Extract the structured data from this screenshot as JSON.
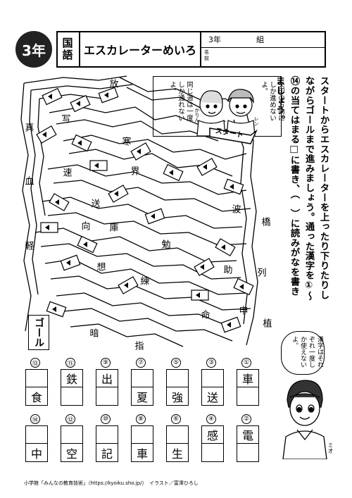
{
  "header": {
    "grade": "3年",
    "subject_top": "国",
    "subject_bottom": "語",
    "title": "エスカレーターめいろ",
    "class_year": "3年",
    "class_label": "組",
    "name_label_1": "名",
    "name_label_2": "前"
  },
  "instructions": "スタートからエスカレーターを上ったり下りたりしながらゴールまで進みましょう。通った漢字を①〜⑭の当てはまる□に書き、（　）に読みがなを書きましょう。",
  "maze": {
    "start_label": "スタート",
    "goal_label": "ゴール",
    "kanji": [
      "放",
      "写",
      "真",
      "寒",
      "界",
      "速",
      "血",
      "送",
      "波",
      "橋",
      "向",
      "庫",
      "軽",
      "勉",
      "想",
      "助",
      "列",
      "練",
      "申",
      "命",
      "植",
      "暗",
      "指"
    ]
  },
  "characters": {
    "karin_name": "かりん",
    "karin_speech": "同じ道は一度しか通れないよ。",
    "ren_name": "レン",
    "ren_speech": "矢印の方向にしか進めないよ。",
    "mio_name": "ミオ",
    "mio_speech": "漢字はそれぞれ一度しか使えないよ。"
  },
  "answers": {
    "row1": [
      {
        "num": "⑬",
        "top": "",
        "bottom": "食"
      },
      {
        "num": "⑪",
        "top": "鉄",
        "bottom": ""
      },
      {
        "num": "⑨",
        "top": "出",
        "bottom": ""
      },
      {
        "num": "⑦",
        "top": "",
        "bottom": "夏"
      },
      {
        "num": "⑤",
        "top": "",
        "bottom": "強"
      },
      {
        "num": "③",
        "top": "",
        "bottom": "送"
      },
      {
        "num": "①",
        "top": "車",
        "bottom": ""
      }
    ],
    "row2": [
      {
        "num": "⑭",
        "top": "",
        "bottom": "中"
      },
      {
        "num": "⑫",
        "top": "",
        "bottom": "空"
      },
      {
        "num": "⑩",
        "top": "",
        "bottom": "記"
      },
      {
        "num": "⑧",
        "top": "",
        "bottom": "車"
      },
      {
        "num": "⑥",
        "top": "",
        "bottom": "生"
      },
      {
        "num": "④",
        "top": "感",
        "bottom": ""
      },
      {
        "num": "②",
        "top": "電",
        "bottom": ""
      }
    ]
  },
  "footer": "小学館「みんなの教育技術」（https://kyoiku.sho.jp/）　イラスト／富澤ひろし"
}
